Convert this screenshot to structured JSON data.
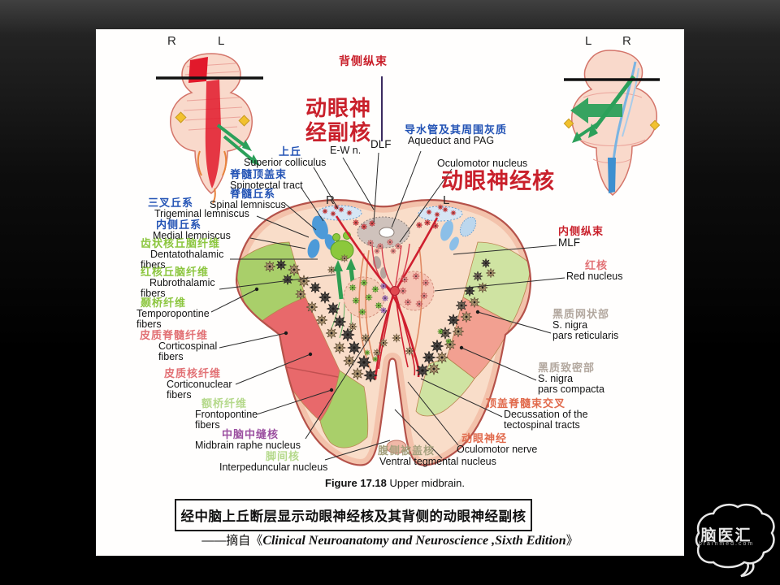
{
  "mini_left": {
    "r": "R",
    "l": "L"
  },
  "mini_right": {
    "l": "L",
    "r": "R"
  },
  "hemi": {
    "r": "R",
    "l": "L"
  },
  "titles": {
    "dorsal_fasc": "背侧纵束",
    "accessory_line1": "动眼神",
    "accessory_line2": "经副核",
    "ew": "E-W n.",
    "dlf": "DLF",
    "oculomotor_big": "动眼神经核"
  },
  "labels": {
    "sup_colliculus": {
      "zh": "上丘",
      "en": "Superior colliculus"
    },
    "spinotectal": {
      "zh": "脊髓顶盖束",
      "en": "Spinotectal tract"
    },
    "spinal_lemniscus": {
      "zh": "脊髓丘系",
      "en": "Spinal lemniscus"
    },
    "trigeminal": {
      "zh": "三叉丘系",
      "en": "Trigeminal lemniscus"
    },
    "medial_lemniscus": {
      "zh": "内侧丘系",
      "en": "Medial lemniscus"
    },
    "dentatothalamic": {
      "zh": "齿状核丘脑纤维",
      "en1": "Dentatothalamic",
      "en2": "fibers"
    },
    "rubrothalamic": {
      "zh": "红核丘脑纤维",
      "en1": "Rubrothalamic",
      "en2": "fibers"
    },
    "temporopontine": {
      "zh": "颞桥纤维",
      "en1": "Temporopontine",
      "en2": "fibers"
    },
    "corticospinal": {
      "zh": "皮质脊髓纤维",
      "en1": "Corticospinal",
      "en2": "fibers"
    },
    "corticonuclear": {
      "zh": "皮质核纤维",
      "en1": "Corticonuclear",
      "en2": "fibers"
    },
    "frontopontine": {
      "zh": "额桥纤维",
      "en1": "Frontopontine",
      "en2": "fibers"
    },
    "raphe": {
      "zh": "中脑中缝核",
      "en": "Midbrain raphe nucleus"
    },
    "interpeduncular": {
      "zh": "脚间核",
      "en": "Interpeduncular nucleus"
    },
    "aqueduct": {
      "zh": "导水管及其周围灰质",
      "en": "Aqueduct and PAG"
    },
    "oculomotor_nucleus_en": "Oculomotor nucleus",
    "mlf": {
      "zh": "内侧纵束",
      "en": "MLF"
    },
    "red_nucleus": {
      "zh": "红核",
      "en": "Red nucleus"
    },
    "snr": {
      "zh": "黑质网状部",
      "en1": "S. nigra",
      "en2": "pars reticularis"
    },
    "snc": {
      "zh": "黑质致密部",
      "en1": "S. nigra",
      "en2": "pars compacta"
    },
    "tectospinal": {
      "zh": "顶盖脊髓束交叉",
      "en1": "Decussation of the",
      "en2": "tectospinal tracts"
    },
    "oculomotor_nerve": {
      "zh": "动眼神经",
      "en": "Oculomotor nerve"
    },
    "vtn": {
      "zh": "腹侧被盖核",
      "en": "Ventral tegmental nucleus"
    }
  },
  "caption": {
    "fig": "Figure 17.18",
    "text": " Upper midbrain."
  },
  "summary_box": "经中脑上丘断层显示动眼神经核及其背侧的动眼神经副核",
  "attribution": {
    "prefix": "——摘自《",
    "title": "Clinical Neuroanatomy and Neuroscience ,Sixth Edition",
    "suffix": "》"
  },
  "watermark": {
    "name": "脑医汇",
    "domain": "brainmed.com"
  },
  "colors": {
    "label_blue": "#2353b5",
    "label_green": "#8cc63f",
    "label_pink": "#e27276",
    "label_red": "#c9202b",
    "label_purple": "#9b4fa0",
    "label_gray": "#b3a89f",
    "label_tan": "#a6a17e",
    "label_orange": "#e16a4c",
    "section_fill": "#f9ddc9",
    "crus_red": "#e8696b",
    "crus_green": "#a9cf6a",
    "crus_green_pale": "#cfe3a2",
    "crus_salmon": "#f2a091",
    "rim": "#f3c2ab"
  }
}
